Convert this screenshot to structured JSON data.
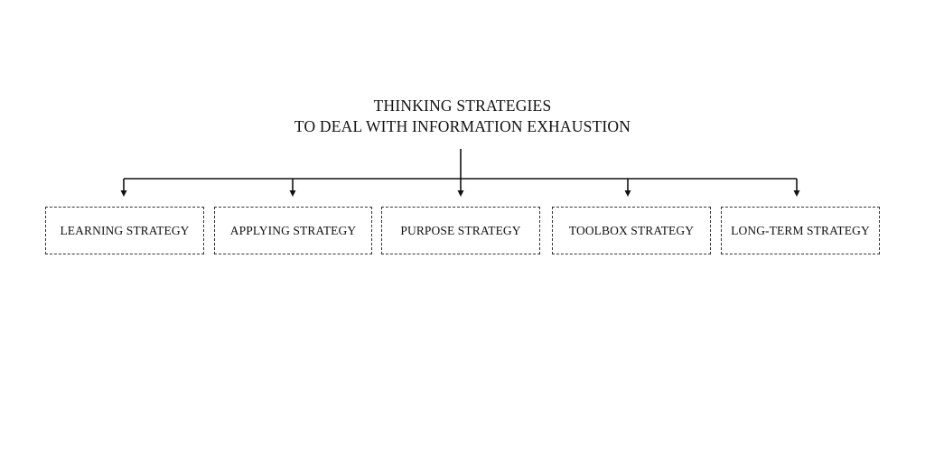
{
  "title": {
    "line1": "THINKING STRATEGIES",
    "line2": "TO DEAL WITH INFORMATION EXHAUSTION"
  },
  "strategies": [
    "LEARNING STRATEGY",
    "APPLYING STRATEGY",
    "PURPOSE STRATEGY",
    "TOOLBOX STRATEGY",
    "LONG-TERM STRATEGY"
  ],
  "colors": {
    "line": "#111111",
    "box_border": "#333333",
    "text": "#111111"
  }
}
